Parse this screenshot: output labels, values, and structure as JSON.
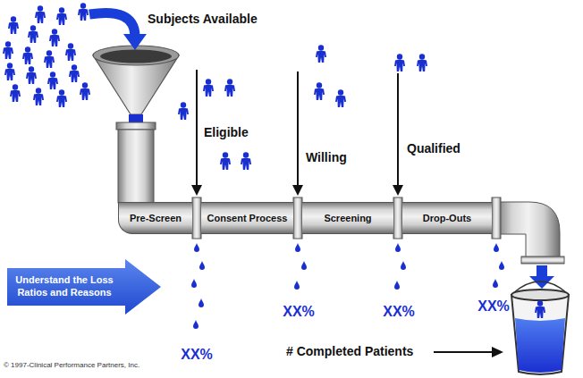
{
  "diagram": {
    "nodes": [
      {
        "text": [
          "Pre-Screen"
        ]
      },
      {
        "text": [
          "Consent Process"
        ]
      },
      {
        "text": [
          "Screening"
        ]
      },
      {
        "text": [
          "Drop-Outs"
        ]
      },
      {
        "text": [
          "Understand the Loss Ratios and Reasons"
        ]
      }
    ],
    "labels": [
      "Subjects Available",
      "Eligible",
      "Willing",
      "Qualified",
      "XX%",
      "XX%",
      "XX%",
      "XX%",
      "# Completed Patients",
      "© 1997-Clinical Performance Partners, Inc."
    ]
  }
}
